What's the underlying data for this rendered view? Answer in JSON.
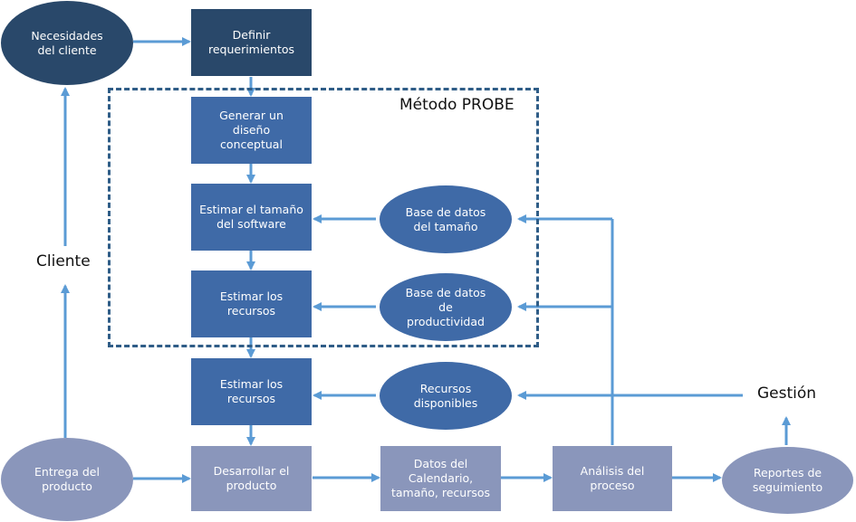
{
  "nodes": {
    "necesidades": "Necesidades\ndel cliente",
    "definir": "Definir\nrequerimientos",
    "generar": "Generar  un\ndiseño\nconceptual",
    "estimar_tamano": "Estimar el tamaño\ndel software",
    "estimar_recursos_1": "Estimar los\nrecursos",
    "estimar_recursos_2": "Estimar los\nrecursos",
    "bd_tamano": "Base de datos\ndel tamaño",
    "bd_productividad": "Base de datos\nde\nproductividad",
    "recursos_disponibles": "Recursos\ndisponibles",
    "entrega": "Entrega del\nproducto",
    "desarrollar": "Desarrollar  el\nproducto",
    "datos_calendario": "Datos del\nCalendario,\ntamaño, recursos",
    "analisis": "Análisis del\nproceso",
    "reportes": "Reportes de\nseguimiento"
  },
  "labels": {
    "metodo_probe": "Método PROBE",
    "cliente": "Cliente",
    "gestion": "Gestión"
  },
  "colors": {
    "dark": "#29486a",
    "mid": "#3f6aa7",
    "light": "#8a96bb",
    "arrow": "#5b9bd5",
    "dash": "#2f5d87"
  }
}
